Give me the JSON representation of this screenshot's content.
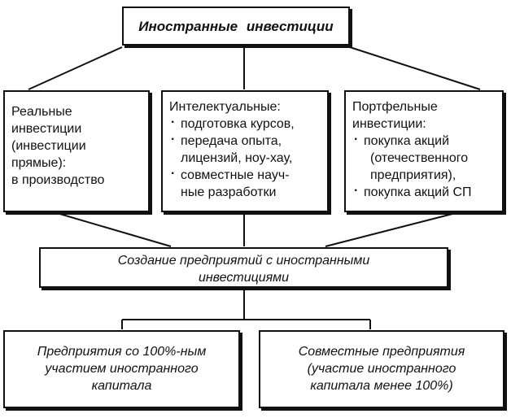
{
  "top": {
    "title": "Иностранные инвестиции"
  },
  "real": {
    "lines": [
      "Реальные",
      "инвестиции",
      "(инвестиции",
      "прямые):",
      "в производство"
    ]
  },
  "intellectual": {
    "title": "Интелектуальные:",
    "items": [
      [
        "подготовка курсов,"
      ],
      [
        "передача опыта,",
        "лицензий, ноу-хау,"
      ],
      [
        "совместные науч-",
        "ные разработки"
      ]
    ]
  },
  "portfolio": {
    "title_lines": [
      "Портфельные",
      "инвестиции:"
    ],
    "items": [
      [
        "покупка акций",
        "(отечественного",
        "предприятия),"
      ],
      [
        "покупка акций СП"
      ]
    ]
  },
  "creation": {
    "lines": [
      "Создание предприятий с иностранными",
      "инвестициями"
    ]
  },
  "full_foreign": {
    "lines": [
      "Предприятия со 100%-ным",
      "участием иностранного",
      "капитала"
    ]
  },
  "joint": {
    "lines": [
      "Совместные предприятия",
      "(участие иностранного",
      "капитала менее 100%)"
    ]
  }
}
